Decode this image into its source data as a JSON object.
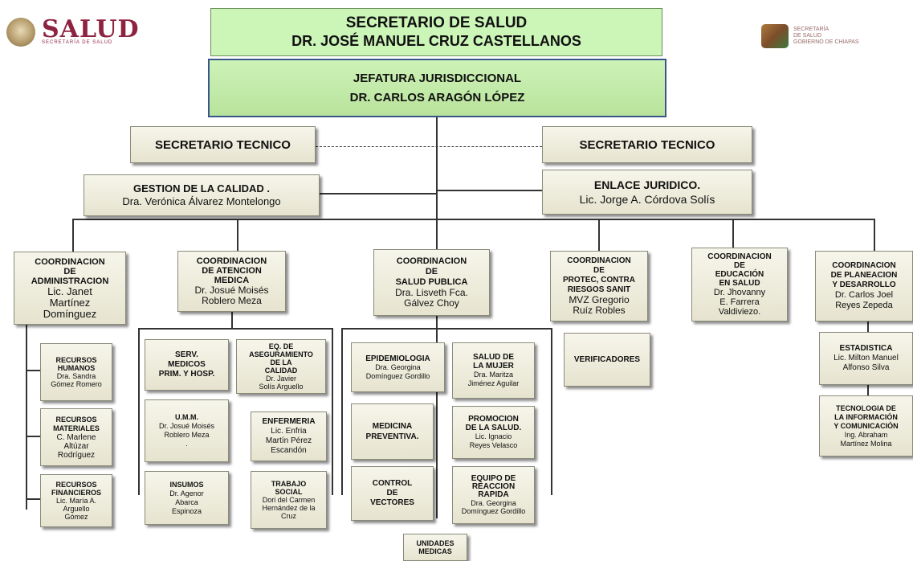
{
  "logos": {
    "salud_word": "SALUD",
    "salud_sub": "SECRETARÍA DE SALUD",
    "right_line1": "SECRETARÍA",
    "right_line2": "DE SALUD",
    "right_line3": "GOBIERNO DE CHIAPAS"
  },
  "header": {
    "line1": "SECRETARIO DE SALUD",
    "line2": "DR. JOSÉ MANUEL CRUZ CASTELLANOS"
  },
  "jefatura": {
    "line1": "JEFATURA JURISDICCIONAL",
    "line2": "DR. CARLOS ARAGÓN LÓPEZ"
  },
  "staff": {
    "sec_tec_left": "SECRETARIO TECNICO",
    "sec_tec_right": "SECRETARIO TECNICO",
    "gestion_title": "GESTION DE LA CALIDAD .",
    "gestion_name": "Dra. Verónica  Álvarez Montelongo",
    "enlace_title": "ENLACE JURIDICO.",
    "enlace_name": "Lic. Jorge A. Córdova Solís"
  },
  "coords": {
    "admin": [
      "COORDINACION",
      "DE",
      "ADMINISTRACION",
      "Lic. Janet",
      "Martínez",
      "Domínguez"
    ],
    "atencion": [
      "COORDINACION",
      "DE ATENCION",
      "MEDICA",
      "Dr. Josué Moisés",
      "Roblero Meza"
    ],
    "salud_publica": [
      "COORDINACION",
      "DE",
      "SALUD PUBLICA",
      "Dra. Lisveth Fca.",
      "Gálvez Choy"
    ],
    "protec": [
      "COORDINACION",
      "DE",
      "PROTEC, CONTRA",
      "RIESGOS SANIT",
      "MVZ Gregorio",
      "Ruíz Robles"
    ],
    "educacion": [
      "COORDINACION",
      "DE",
      "EDUCACIÓN",
      "EN SALUD",
      "Dr. Jhovanny",
      "E.  Farrera",
      "Valdiviezo."
    ],
    "planeacion": [
      "COORDINACION",
      "DE PLANEACION",
      "Y DESARROLLO",
      "Dr. Carlos Joel",
      "Reyes Zepeda"
    ]
  },
  "units": {
    "rh": [
      "RECURSOS",
      "HUMANOS",
      "Dra. Sandra",
      "Gómez Romero"
    ],
    "rm": [
      "RECURSOS",
      "MATERIALES",
      "C. Marlene",
      "Altúzar",
      "Rodríguez"
    ],
    "rf": [
      "RECURSOS",
      "FINANCIEROS",
      "Lic. María A.",
      "Arguello",
      "Gómez"
    ],
    "serv": [
      "SERV.",
      "MEDICOS",
      "PRIM. Y HOSP."
    ],
    "eq": [
      "EQ. DE",
      "ASEGURAMIENTO",
      "DE LA",
      "CALIDAD",
      "Dr. Javier",
      "Solís Arguello"
    ],
    "umm": [
      "U.M.M.",
      "Dr. Josué Moisés",
      "Roblero Meza",
      "."
    ],
    "enf": [
      "ENFERMERIA",
      "Lic. Enfria",
      "Martín Pérez",
      "Escandón"
    ],
    "insumos": [
      "INSUMOS",
      "Dr. Agenor",
      "Abarca",
      "Espinoza"
    ],
    "trabajo": [
      "TRABAJO",
      "SOCIAL",
      "Dori del Carmen",
      "Hernández de la",
      "Cruz"
    ],
    "epi": [
      "EPIDEMIOLOGIA",
      "Dra. Georgina",
      "Domínguez Gordillo"
    ],
    "mujer": [
      "SALUD DE",
      "LA MUJER",
      "Dra. Maritza",
      "Jiménez Aguilar"
    ],
    "medprev": [
      "MEDICINA",
      "PREVENTIVA."
    ],
    "promo": [
      "PROMOCION",
      "DE LA SALUD.",
      "Lic. Ignacio",
      "Reyes Velasco"
    ],
    "control": [
      "CONTROL",
      "DE",
      "VECTORES"
    ],
    "equipo": [
      "EQUIPO DE",
      "REACCION",
      "RAPIDA",
      "Dra. Georgina",
      "Domínguez Gordillo"
    ],
    "verif": [
      "VERIFICADORES"
    ],
    "estad": [
      "ESTADISTICA",
      "Lic. Milton Manuel",
      "Alfonso Silva"
    ],
    "tecno": [
      "TECNOLOGIA DE",
      "LA INFORMACIÓN",
      "Y COMUNICACIÓN",
      "Ing. Abraham",
      "Martínez Molina"
    ],
    "unidades": [
      "UNIDADES",
      "MEDICAS"
    ]
  }
}
